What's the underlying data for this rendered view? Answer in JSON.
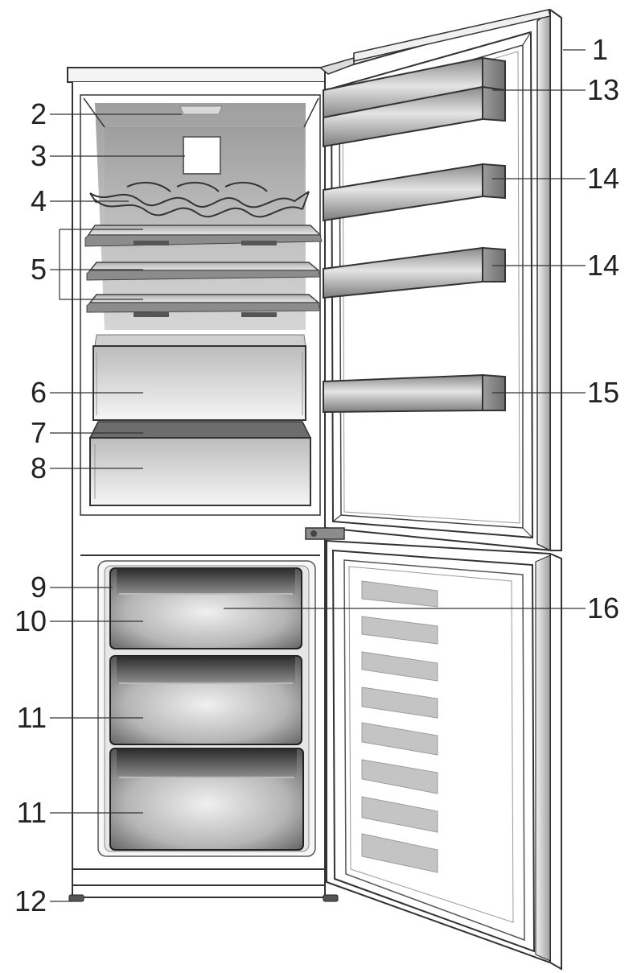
{
  "diagram": {
    "callouts_left": [
      {
        "id": "c2",
        "label": "2"
      },
      {
        "id": "c3",
        "label": "3"
      },
      {
        "id": "c4",
        "label": "4"
      },
      {
        "id": "c5",
        "label": "5"
      },
      {
        "id": "c6",
        "label": "6"
      },
      {
        "id": "c7",
        "label": "7"
      },
      {
        "id": "c8",
        "label": "8"
      },
      {
        "id": "c9",
        "label": "9"
      },
      {
        "id": "c10",
        "label": "10"
      },
      {
        "id": "c11a",
        "label": "11"
      },
      {
        "id": "c11b",
        "label": "11"
      },
      {
        "id": "c12",
        "label": "12"
      }
    ],
    "callouts_right": [
      {
        "id": "c1",
        "label": "1"
      },
      {
        "id": "c13",
        "label": "13"
      },
      {
        "id": "c14a",
        "label": "14"
      },
      {
        "id": "c14b",
        "label": "14"
      },
      {
        "id": "c15",
        "label": "15"
      },
      {
        "id": "c16",
        "label": "16"
      }
    ]
  },
  "colors": {
    "outline": "#333333",
    "interior_back": "#bdbdbd",
    "drawer_gray": "#9a9a9a",
    "door_shelf": "#a8a8a8",
    "freezer_stripe": "#c4c4c4"
  }
}
